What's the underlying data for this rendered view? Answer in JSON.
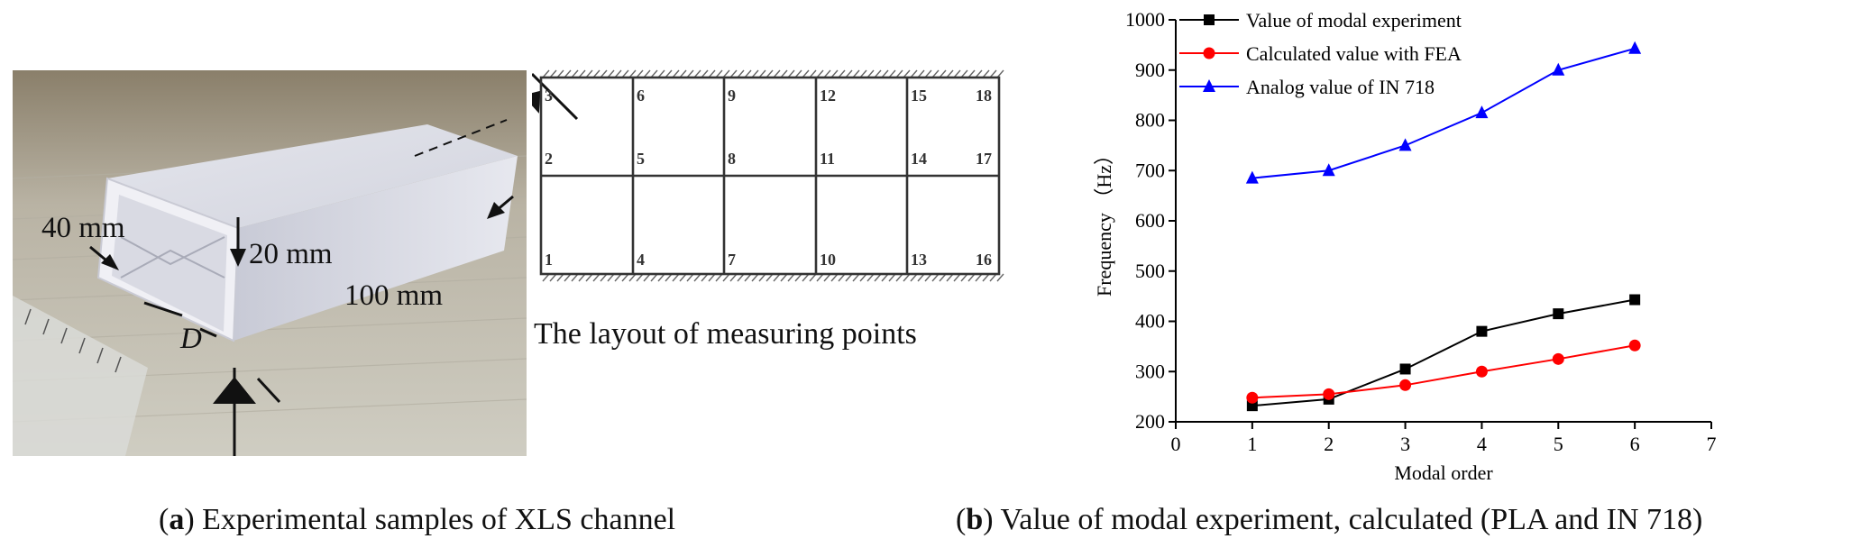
{
  "photo_panel": {
    "dim_width": "40 mm",
    "dim_height": "20 mm",
    "dim_length": "100 mm",
    "dim_d": "D"
  },
  "layout_panel": {
    "caption": "The layout of measuring points",
    "points": [
      "1",
      "2",
      "3",
      "4",
      "5",
      "6",
      "7",
      "8",
      "9",
      "10",
      "11",
      "12",
      "13",
      "14",
      "15",
      "16",
      "17",
      "18"
    ]
  },
  "captions": {
    "a_label": "a",
    "a_text": "Experimental samples of XLS channel",
    "b_label": "b",
    "b_text": "Value of modal experiment, calculated (PLA and IN 718)"
  },
  "colors": {
    "experiment": "#000000",
    "fea": "#ff0000",
    "in718": "#0000ff"
  },
  "chart_data": {
    "type": "line",
    "title": "",
    "xlabel": "Modal order",
    "ylabel": "Frequency （Hz）",
    "xlim": [
      0,
      7
    ],
    "ylim": [
      200,
      1000
    ],
    "xticks": [
      0,
      1,
      2,
      3,
      4,
      5,
      6,
      7
    ],
    "yticks": [
      200,
      300,
      400,
      500,
      600,
      700,
      800,
      900,
      1000
    ],
    "grid": false,
    "legend_position": "top-left",
    "x": [
      1,
      2,
      3,
      4,
      5,
      6
    ],
    "series": [
      {
        "name": "Value of modal experiment",
        "marker": "square",
        "color": "#000000",
        "values": [
          232,
          245,
          305,
          380,
          415,
          443
        ]
      },
      {
        "name": "Calculated value with FEA",
        "marker": "circle",
        "color": "#ff0000",
        "values": [
          248,
          255,
          273,
          300,
          325,
          352
        ]
      },
      {
        "name": "Analog value of IN 718",
        "marker": "triangle",
        "color": "#0000ff",
        "values": [
          685,
          700,
          750,
          815,
          900,
          943
        ]
      }
    ]
  }
}
